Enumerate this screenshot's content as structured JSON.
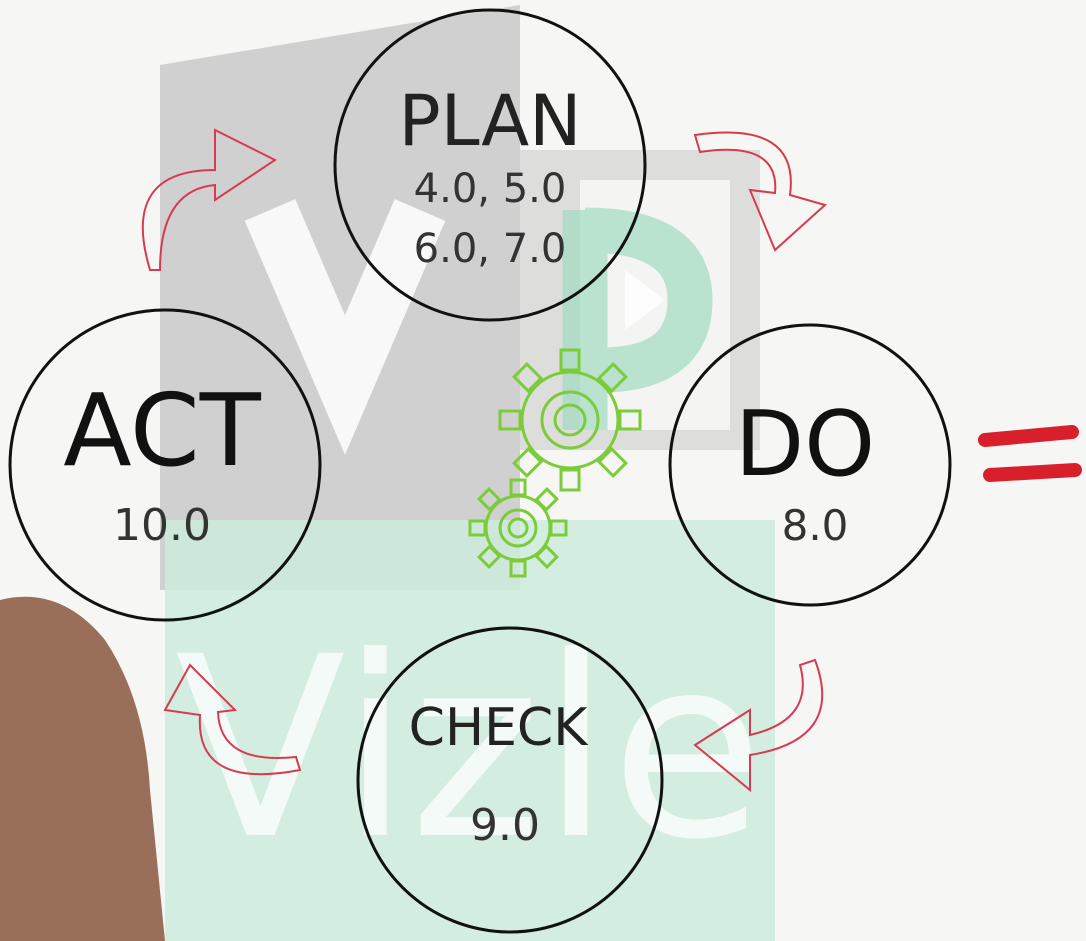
{
  "colors": {
    "background": "#f6f6f4",
    "circle_stroke": "#111111",
    "arrow_stroke": "#d63b52",
    "gear_stroke": "#7ccc3a",
    "equals": "#d8202c",
    "watermark_gray": "#c9c9c9",
    "watermark_green": "#cdebdc",
    "hand": "#8f6148"
  },
  "watermark": {
    "text": "Vizle"
  },
  "nodes": {
    "plan": {
      "title": "PLAN",
      "line1": "4.0, 5.0",
      "line2": "6.0, 7.0"
    },
    "do": {
      "title": "DO",
      "line1": "8.0"
    },
    "check": {
      "title": "CHECK",
      "line1": "9.0"
    },
    "act": {
      "title": "ACT",
      "line1": "10.0"
    }
  },
  "icons": [
    "curved-arrow-icon",
    "gear-icon",
    "equals-icon"
  ]
}
